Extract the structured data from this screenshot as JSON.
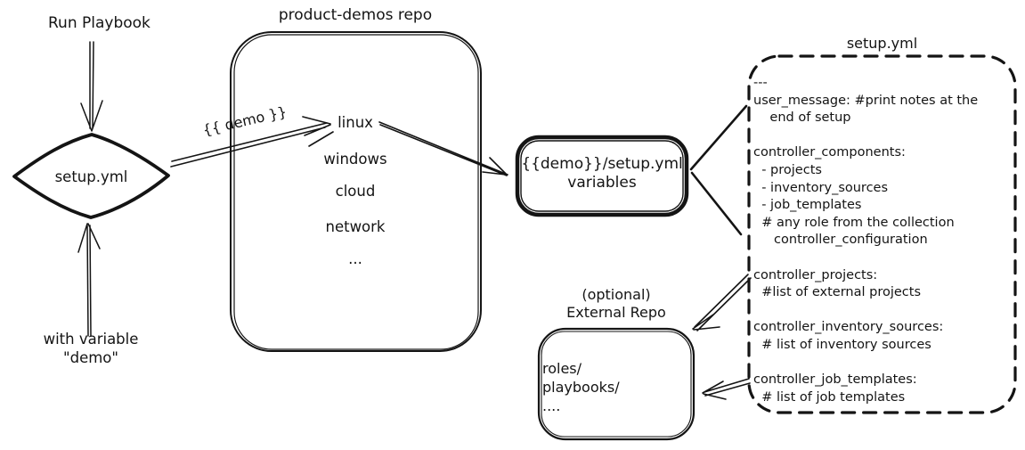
{
  "diagram": {
    "colors": {
      "ink": "#141414",
      "background": "#ffffff"
    },
    "labels": {
      "run_playbook": "Run Playbook",
      "with_variable": "with variable\n\"demo\"",
      "demo_var": "{{ demo }}"
    },
    "diamond": {
      "label": "setup.yml"
    },
    "repo_box": {
      "title": "product-demos repo",
      "items": [
        "linux",
        "windows",
        "cloud",
        "network",
        "..."
      ]
    },
    "variables_box": {
      "label": "{{demo}}/setup.yml\nvariables"
    },
    "setup_yml_box": {
      "title": "setup.yml",
      "content": "---\nuser_message: #print notes at the\n    end of setup\n\ncontroller_components:\n  - projects\n  - inventory_sources\n  - job_templates\n  # any role from the collection\n     controller_configuration\n\ncontroller_projects:\n  #list of external projects\n\ncontroller_inventory_sources:\n  # list of inventory sources\n\ncontroller_job_templates:\n  # list of job templates"
    },
    "external_repo_box": {
      "title": "(optional)\nExternal Repo",
      "content": "roles/\nplaybooks/\n...."
    }
  }
}
